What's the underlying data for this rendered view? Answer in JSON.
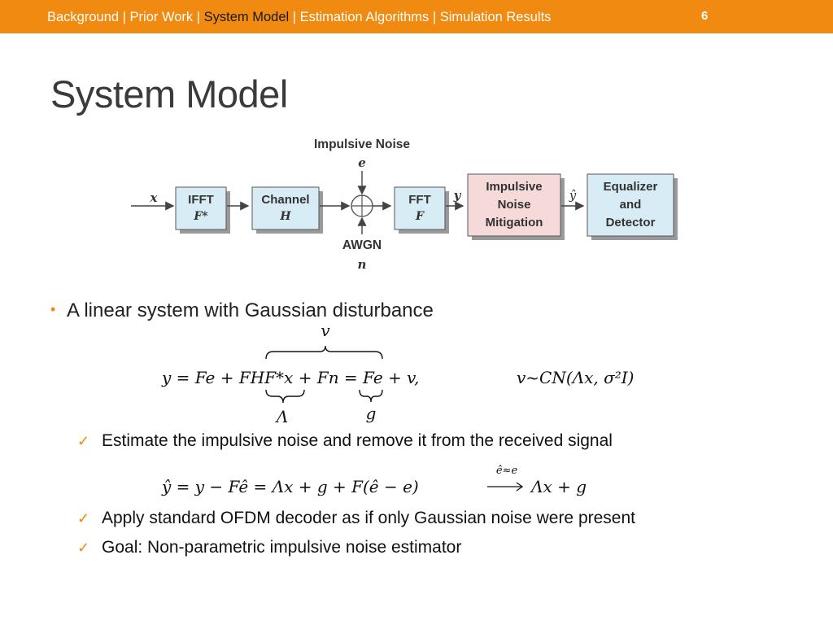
{
  "header": {
    "nav": [
      {
        "label": "Background",
        "active": false
      },
      {
        "label": "Prior Work",
        "active": false
      },
      {
        "label": "System Model",
        "active": true
      },
      {
        "label": "Estimation Algorithms",
        "active": false
      },
      {
        "label": "Simulation Results",
        "active": false
      }
    ],
    "separator": " | ",
    "page_number": "6",
    "accent_color": "#f08a10"
  },
  "slide": {
    "title": "System Model",
    "diagram": {
      "input_label": "x",
      "impulsive_noise_label": "Impulsive Noise",
      "impulsive_noise_symbol": "e",
      "awgn_label": "AWGN",
      "awgn_symbol": "n",
      "ifft_block": {
        "line1": "IFFT",
        "line2": "F*"
      },
      "channel_block": {
        "line1": "Channel",
        "line2": "H"
      },
      "fft_block": {
        "line1": "FFT",
        "line2": "F"
      },
      "fft_output_label": "y",
      "mitigation_block": {
        "line1": "Impulsive",
        "line2": "Noise",
        "line3": "Mitigation"
      },
      "mitigation_output_label": "ŷ",
      "equalizer_block": {
        "line1": "Equalizer",
        "line2": "and",
        "line3": "Detector"
      },
      "block_color_blue": "#d7ecf5",
      "block_color_pink": "#f6d9d9"
    },
    "bullet_main": "A linear system with Gaussian disturbance",
    "equation1": {
      "over_brace_label": "v",
      "line": "y = Fe + FHF*x + Fn = Fe + v,",
      "distribution": "v~CN(Λx, σ²I)",
      "under_brace_left_label": "Λ",
      "under_brace_right_label": "g"
    },
    "check_items": [
      "Estimate the impulsive noise and remove it from the received signal",
      "Apply standard OFDM decoder as if only Gaussian noise were present",
      "Goal: Non-parametric impulsive noise estimator"
    ],
    "equation2": {
      "lhs": "ŷ = y − Fê = Λx + g + F(ê − e)",
      "arrow_label": "ê≈e",
      "rhs": "Λx + g"
    }
  }
}
